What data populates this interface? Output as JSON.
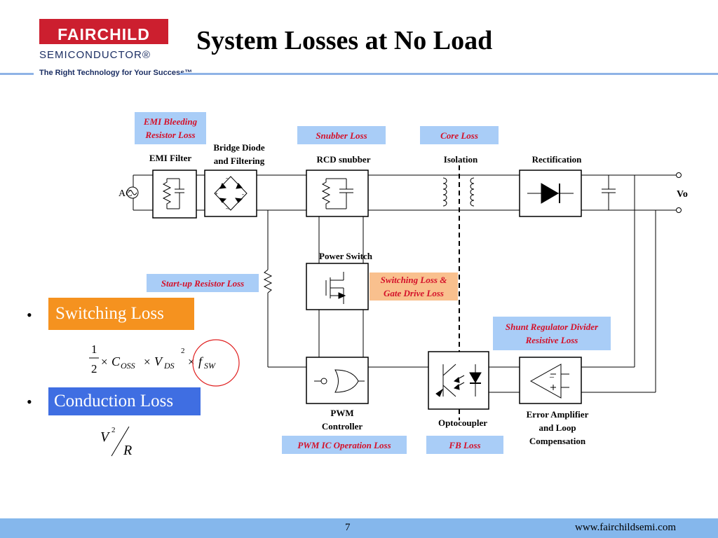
{
  "header": {
    "logo_brand": "FAIRCHILD",
    "logo_subtitle": "SEMICONDUCTOR®",
    "logo_tagline": "The Right Technology for Your Success™",
    "title": "System Losses at No Load"
  },
  "diagram": {
    "blocks": {
      "emi_filter": "EMI Filter",
      "bridge_diode": [
        "Bridge Diode",
        "and Filtering"
      ],
      "rcd_snubber": "RCD snubber",
      "isolation": "Isolation",
      "rectification": "Rectification",
      "power_switch": "Power Switch",
      "pwm_controller": [
        "PWM",
        "Controller"
      ],
      "optocoupler": "Optocoupler",
      "error_amplifier": [
        "Error Amplifier",
        "and Loop",
        "Compensation"
      ]
    },
    "terminals": {
      "ac": "AC",
      "vo": "Vo"
    },
    "losses": {
      "emi_bleeding": [
        "EMI Bleeding",
        "Resistor Loss"
      ],
      "snubber": "Snubber Loss",
      "core": "Core Loss",
      "startup_resistor": "Start-up Resistor Loss",
      "switching_gate_drive": [
        "Switching Loss &",
        "Gate Drive Loss"
      ],
      "shunt_regulator": [
        "Shunt Regulator Divider",
        "Resistive Loss"
      ],
      "pwm_ic": "PWM IC Operation Loss",
      "fb": "FB Loss"
    }
  },
  "bullets": {
    "switching_loss": "Switching Loss",
    "conduction_loss": "Conduction Loss",
    "bullet_char": "•"
  },
  "formulas": {
    "switching": {
      "numerator": "1",
      "denominator": "2",
      "times": "×",
      "coss": "C",
      "coss_sub": "OSS",
      "vds": "V",
      "vds_sub": "DS",
      "vds_exp": "2",
      "fsw": "f",
      "fsw_sub": "SW"
    },
    "conduction": {
      "v": "V",
      "exp": "2",
      "r": "R"
    }
  },
  "footer": {
    "page_number": "7",
    "url": "www.fairchildsemi.com"
  },
  "colors": {
    "loss_label_blue": "#a9cdf7",
    "loss_label_orange": "#f9c08e",
    "loss_text_red": "#d4112a",
    "switching_bullet": "#f5921f",
    "conduction_bullet": "#3f6ee2",
    "footer_bar": "#85b7ec",
    "logo_red": "#cc1f2f"
  }
}
